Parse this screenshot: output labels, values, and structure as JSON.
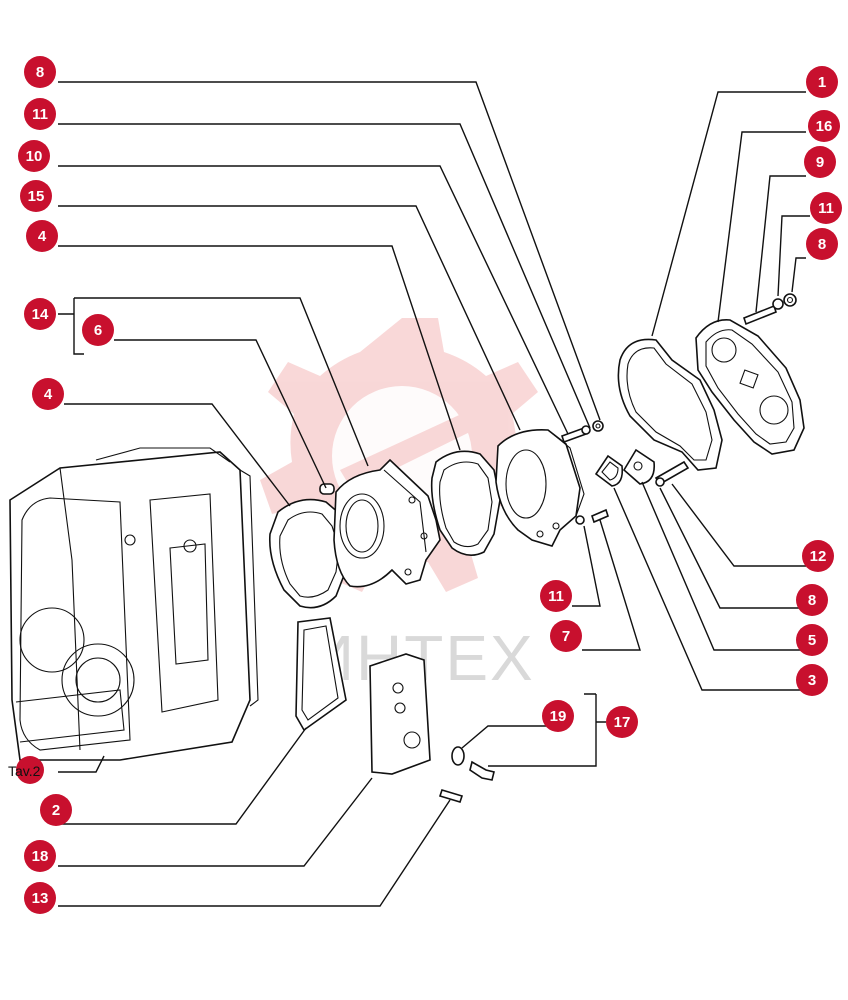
{
  "colors": {
    "callout": "#c8102e",
    "line": "#111111",
    "watermark": "#f2c4c4"
  },
  "watermark": {
    "text": "ИНТЕХ"
  },
  "reference_label": "Tav.2",
  "callouts": [
    "8",
    "11",
    "10",
    "15",
    "4",
    "14",
    "6",
    "4",
    "1",
    "16",
    "9",
    "11",
    "8",
    "12",
    "8",
    "5",
    "3",
    "11",
    "7",
    "19",
    "17",
    "2",
    "18",
    "13"
  ]
}
